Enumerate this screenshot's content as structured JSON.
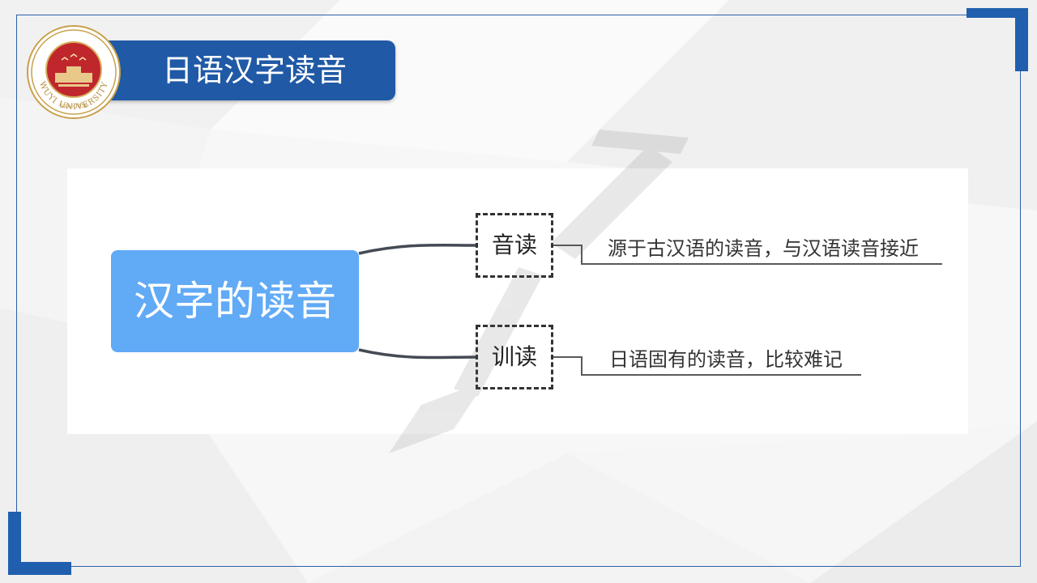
{
  "slide": {
    "title": "日语汉字读音"
  },
  "logo": {
    "university_name": "WUYI UNIVERSITY",
    "since": "Since 1958",
    "colors": {
      "ring": "#c9a04b",
      "center": "#c0272d"
    }
  },
  "mindmap": {
    "root": {
      "label": "汉字的读音",
      "color": "#61aaf6"
    },
    "branches": [
      {
        "label": "音读",
        "description": "源于古汉语的读音，与汉语读音接近"
      },
      {
        "label": "训读",
        "description": "日语固有的读音，比较难记"
      }
    ]
  },
  "colors": {
    "accent": "#2059a6",
    "frame": "#1f5fae"
  }
}
